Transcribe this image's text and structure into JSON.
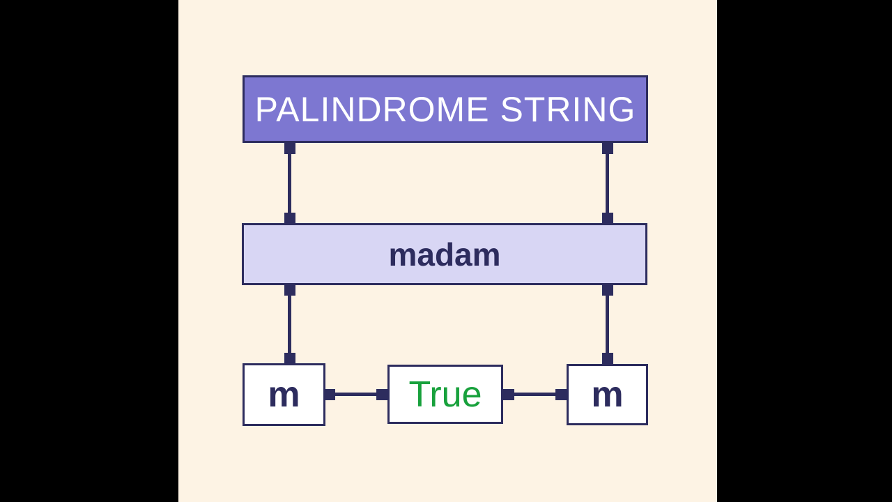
{
  "diagram": {
    "title": "PALINDROME STRING",
    "input_string": "madam",
    "first_char": "m",
    "last_char": "m",
    "result": "True"
  },
  "colors": {
    "background": "#000000",
    "panel": "#fdf3e4",
    "title_box_fill": "#7d77d1",
    "title_box_text": "#ffffff",
    "string_box_fill": "#d8d6f4",
    "leaf_box_fill": "#ffffff",
    "outline": "#2d2c5e",
    "text_dark": "#2d2c5e",
    "result_text": "#18a13c"
  }
}
